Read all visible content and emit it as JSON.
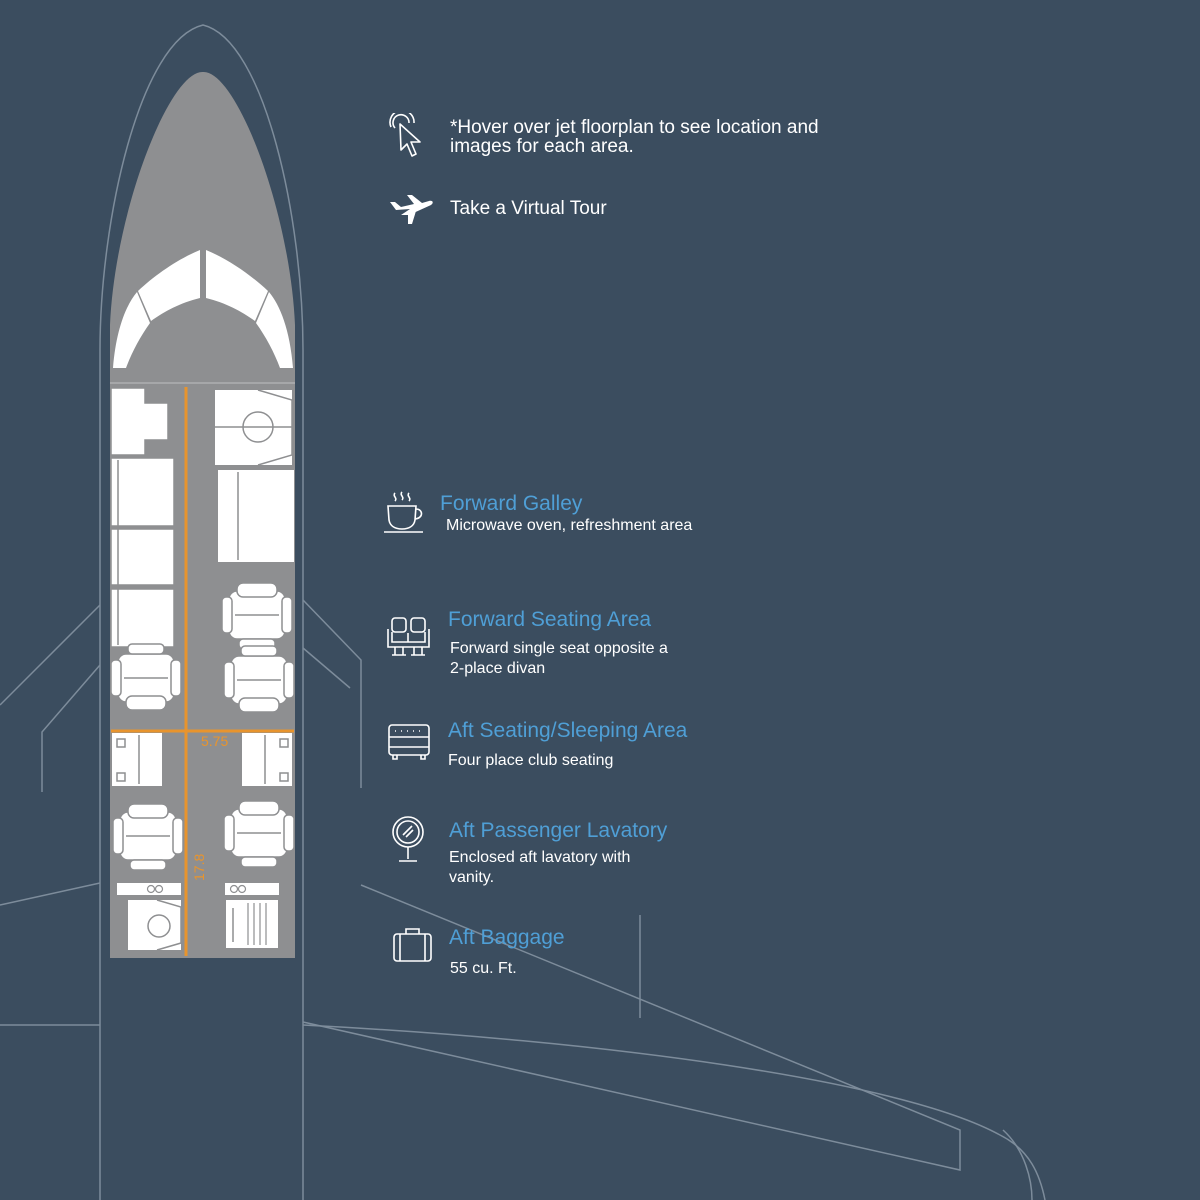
{
  "hint": {
    "text": "*Hover over jet floorplan to see location and images for each area.",
    "icon": "hover-pointer-icon"
  },
  "tour": {
    "label": "Take a Virtual Tour",
    "icon": "airplane-icon"
  },
  "dimensions": {
    "width": "5.75",
    "length": "17.8"
  },
  "sections": [
    {
      "id": "forward-galley",
      "icon": "coffee-cup-icon",
      "title": "Forward Galley",
      "lines": [
        "Microwave oven, refreshment area"
      ]
    },
    {
      "id": "forward-seating",
      "icon": "seats-icon",
      "title": "Forward Seating Area",
      "lines": [
        "Forward single seat opposite a",
        "2-place divan"
      ]
    },
    {
      "id": "aft-seating-sleeping",
      "icon": "bed-icon",
      "title": "Aft Seating/Sleeping Area",
      "lines": [
        "Four place club seating"
      ]
    },
    {
      "id": "aft-lavatory",
      "icon": "vanity-mirror-icon",
      "title": "Aft Passenger Lavatory",
      "lines": [
        "Enclosed aft lavatory with",
        "vanity."
      ]
    },
    {
      "id": "aft-baggage",
      "icon": "suitcase-icon",
      "title": "Aft Baggage",
      "lines": [
        "55 cu. Ft."
      ]
    }
  ],
  "colors": {
    "background": "#3b4d5f",
    "outline": "#7d8c9b",
    "fuselage": "#8e8f91",
    "furniture": "#ffffff",
    "dimension": "#e8942d",
    "title": "#4f9fd6"
  }
}
